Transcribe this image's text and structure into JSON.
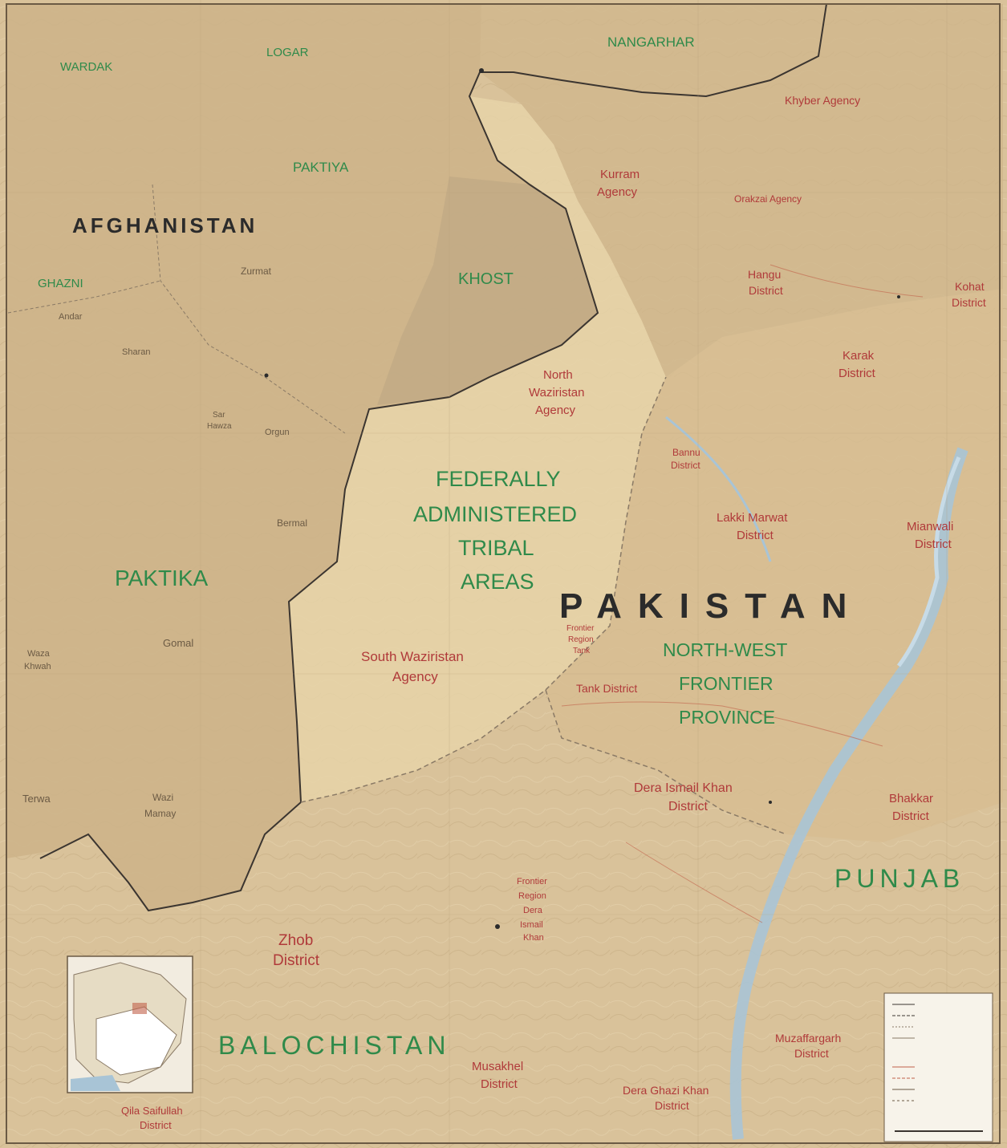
{
  "colors": {
    "land": "#d9c29a",
    "afghan": "#cdb48a",
    "fata": "#e6d3a8",
    "tribal_shade": "#bfa884",
    "river": "#a8c4d6",
    "border": "#3b3530",
    "province_green": "#2f8a4a",
    "district_red": "#b03a3a"
  },
  "countries": {
    "afghanistan": "AFGHANISTAN",
    "pakistan": "PAKISTAN"
  },
  "provinces": {
    "wardak": "WARDAK",
    "logar": "LOGAR",
    "nangarhar": "NANGARHAR",
    "paktiya": "PAKTIYA",
    "ghazni": "GHAZNI",
    "khost": "KHOST",
    "paktika": "PAKTIKA",
    "fata_1": "FEDERALLY",
    "fata_2": "ADMINISTERED",
    "fata_3": "TRIBAL",
    "fata_4": "AREAS",
    "nwfp_1": "NORTH-WEST",
    "nwfp_2": "FRONTIER",
    "nwfp_3": "PROVINCE",
    "punjab": "PUNJAB",
    "balochistan": "BALOCHISTAN"
  },
  "districts": {
    "khyber": "Khyber Agency",
    "kurram_1": "Kurram",
    "kurram_2": "Agency",
    "orakzai": "Orakzai Agency",
    "hangu_1": "Hangu",
    "hangu_2": "District",
    "kohat_1": "Kohat",
    "kohat_2": "District",
    "karak_1": "Karak",
    "karak_2": "District",
    "nw_1": "North",
    "nw_2": "Waziristan",
    "nw_3": "Agency",
    "bannu_1": "Bannu",
    "bannu_2": "District",
    "lakki_1": "Lakki Marwat",
    "lakki_2": "District",
    "mianwali_1": "Mianwali",
    "mianwali_2": "District",
    "sw_1": "South Waziristan",
    "sw_2": "Agency",
    "tank": "Tank District",
    "frt_1": "Frontier",
    "frt_2": "Region",
    "frt_3": "Tank",
    "dik_1": "Dera Ismail Khan",
    "dik_2": "District",
    "bhakkar_1": "Bhakkar",
    "bhakkar_2": "District",
    "frdik_1": "Frontier",
    "frdik_2": "Region",
    "frdik_3": "Dera",
    "frdik_4": "Ismail",
    "frdik_5": "Khan",
    "zhob_1": "Zhob",
    "zhob_2": "District",
    "musakhel_1": "Musakhel",
    "musakhel_2": "District",
    "qila_1": "Qila Saifullah",
    "qila_2": "District",
    "muzaffargarh_1": "Muzaffargarh",
    "muzaffargarh_2": "District",
    "dgk_1": "Dera Ghazi Khan",
    "dgk_2": "District"
  },
  "towns": {
    "zurmat": "Zurmat",
    "andar": "Andar",
    "sharan": "Sharan",
    "orgun": "Orgun",
    "bermal": "Bermal",
    "gomal": "Gomal",
    "terwa": "Terwa",
    "wazi_1": "Wazi",
    "wazi_2": "Mamay",
    "urgun2_1": "Sar",
    "urgun2_2": "Hawza",
    "waza_1": "Waza",
    "waza_2": "Khwah"
  }
}
